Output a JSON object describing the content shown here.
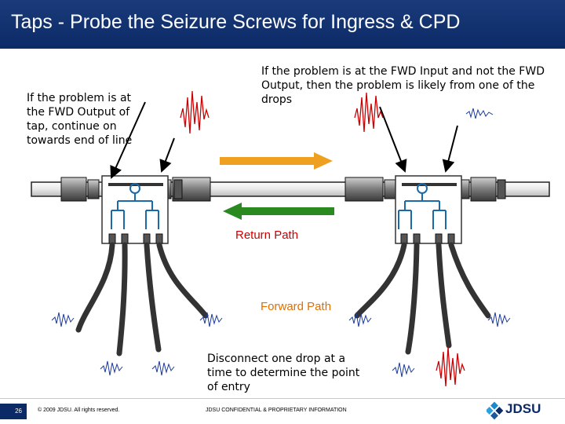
{
  "title": "Taps - Probe the Seizure Screws for Ingress & CPD",
  "notes": {
    "left": "If the problem is at the FWD Output of tap, continue on towards end of line",
    "top": "If the problem is at the FWD Input and not the FWD Output, then the problem is likely from one of the drops",
    "bottom": "Disconnect one drop at a time to determine the point of entry"
  },
  "labels": {
    "return_path": "Return Path",
    "forward_path": "Forward Path"
  },
  "footer": {
    "page_number": "26",
    "copyright": "© 2009 JDSU. All rights reserved.",
    "confidential": "JDSU CONFIDENTIAL & PROPRIETARY INFORMATION",
    "logo": "JDSU"
  },
  "colors": {
    "header": "#0c2a66",
    "forward_arrow": "#f0a020",
    "return_arrow": "#2a8a20",
    "return_label": "#cc0000",
    "forward_label": "#e07000",
    "ingress_signal": "#cc0000",
    "noise_signal": "#1a3a9a"
  }
}
